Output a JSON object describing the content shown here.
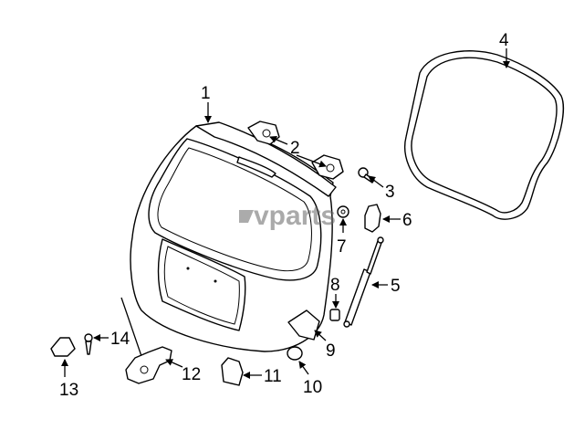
{
  "watermark": {
    "text": "vparts"
  },
  "callouts": [
    {
      "id": 1,
      "label": "1"
    },
    {
      "id": 2,
      "label": "2"
    },
    {
      "id": 3,
      "label": "3"
    },
    {
      "id": 4,
      "label": "4"
    },
    {
      "id": 5,
      "label": "5"
    },
    {
      "id": 6,
      "label": "6"
    },
    {
      "id": 7,
      "label": "7"
    },
    {
      "id": 8,
      "label": "8"
    },
    {
      "id": 9,
      "label": "9"
    },
    {
      "id": 10,
      "label": "10"
    },
    {
      "id": 11,
      "label": "11"
    },
    {
      "id": 12,
      "label": "12"
    },
    {
      "id": 13,
      "label": "13"
    },
    {
      "id": 14,
      "label": "14"
    }
  ]
}
